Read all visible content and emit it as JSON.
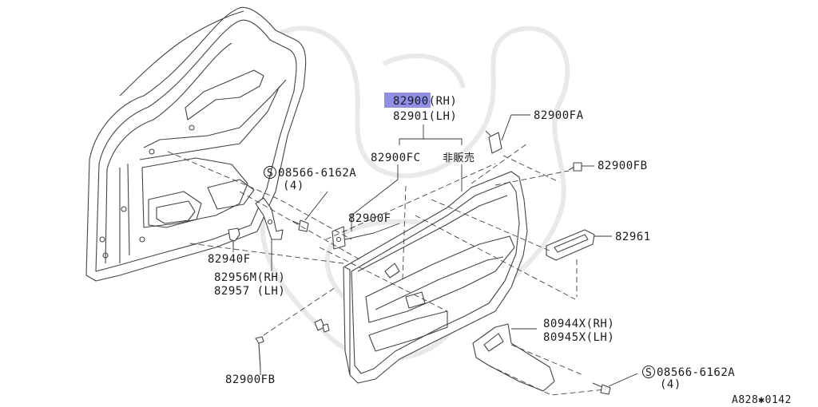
{
  "highlight_color": "#8f8fe8",
  "labels": {
    "p82900": "82900(RH)",
    "p82901": "82901(LH)",
    "p82900FA": "82900FA",
    "p82900FC": "82900FC",
    "not_sold": "非販売",
    "p82900FB_top": "82900FB",
    "screw_top": "08566-6162A",
    "screw_top_qty": "(4)",
    "screw_top_symbol": "S",
    "p82900F": "82900F",
    "p82961": "82961",
    "p82940F": "82940F",
    "p82956M": "82956M(RH)",
    "p82957": "82957 (LH)",
    "p80944X": "80944X(RH)",
    "p80945X": "80945X(LH)",
    "p82900FB_bottom": "82900FB",
    "screw_bottom": "08566-6162A",
    "screw_bottom_qty": "(4)",
    "screw_bottom_symbol": "S",
    "diagram_code": "A828✱0142"
  }
}
